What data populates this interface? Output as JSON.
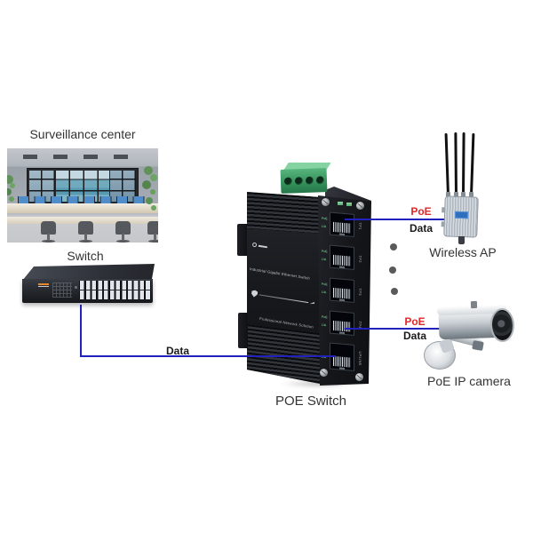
{
  "diagram": {
    "type": "network-topology"
  },
  "nodes": {
    "surveillance_center": {
      "label": "Surveillance center"
    },
    "switch": {
      "label": "Switch"
    },
    "poe_switch": {
      "label": "POE Switch",
      "body_text_line1": "Industrial Gigabit Ethernet Switch",
      "body_text_line2": "Professional Network Solution",
      "ports": [
        {
          "name": "TP1",
          "led_top": "PoE",
          "led_bottom": "L/A"
        },
        {
          "name": "TP2",
          "led_top": "PoE",
          "led_bottom": "L/A"
        },
        {
          "name": "TP3",
          "led_top": "PoE",
          "led_bottom": "L/A"
        },
        {
          "name": "TP4",
          "led_top": "PoE",
          "led_bottom": "L/A"
        },
        {
          "name": "UPLINK",
          "led_top": "",
          "led_bottom": "L/A"
        }
      ]
    },
    "wireless_ap": {
      "label": "Wireless AP"
    },
    "poe_ip_camera": {
      "label": "PoE IP camera"
    }
  },
  "connections": {
    "switch_to_poe_switch": {
      "data_label": "Data"
    },
    "poe_switch_to_wireless_ap": {
      "poe_label": "PoE",
      "data_label": "Data"
    },
    "poe_switch_to_ip_camera": {
      "poe_label": "PoE",
      "data_label": "Data"
    }
  },
  "colors": {
    "link_line": "#2121bd",
    "poe_label": "#e02828",
    "data_label": "#1a1a1a",
    "terminal_block": "#3f9e63",
    "device_body": "#17181c"
  }
}
